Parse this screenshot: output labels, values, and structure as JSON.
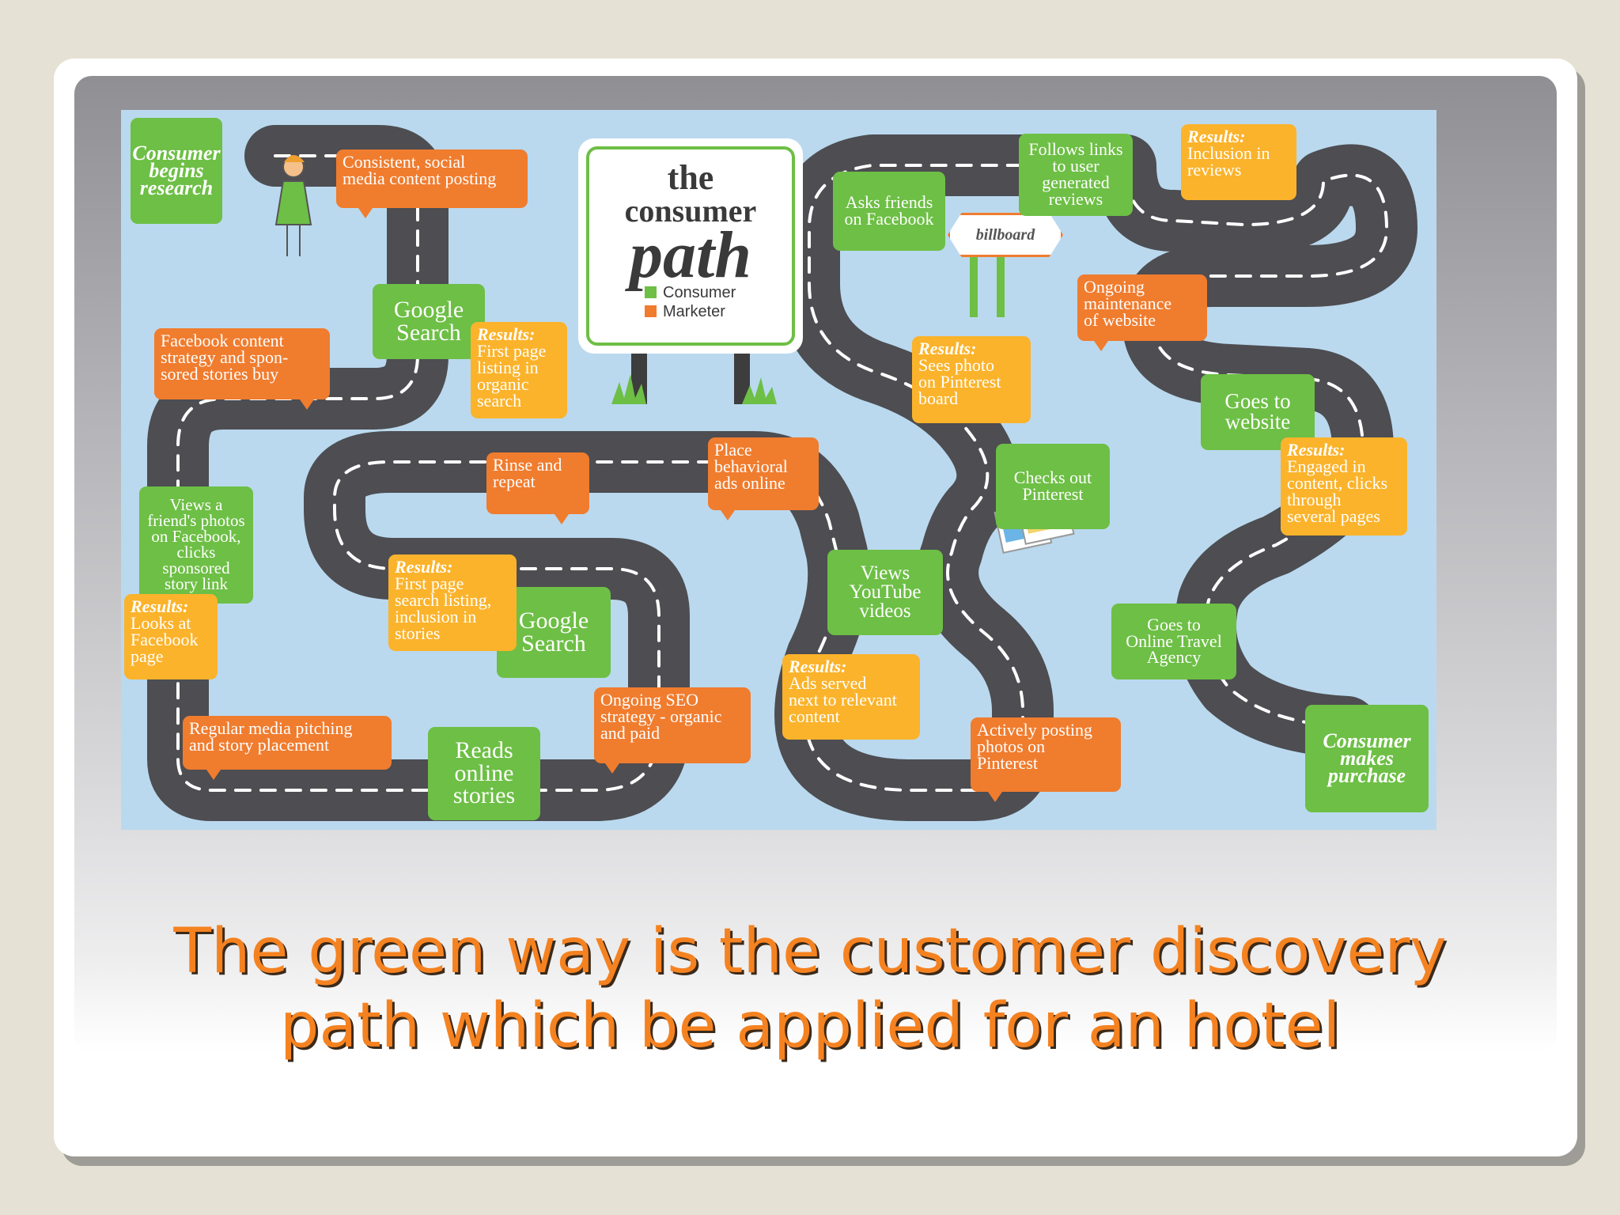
{
  "diagram": {
    "title": {
      "line1": "the",
      "line2": "consumer",
      "line3": "path"
    },
    "legend": [
      {
        "label": "Consumer",
        "color": "#6dbf45"
      },
      {
        "label": "Marketer",
        "color": "#f07c2e"
      }
    ],
    "billboard": "billboard",
    "results_label": "Results:",
    "consumer_steps": [
      "Consumer\nbegins\nresearch",
      "Google\nSearch",
      "Views a\nfriend's photos\non Facebook,\nclicks\nsponsored\nstory link",
      "Google\nSearch",
      "Reads\nonline\nstories",
      "Views\nYouTube\nvideos",
      "Asks friends\non Facebook",
      "Follows links\nto user\ngenerated\nreviews",
      "Checks out\nPinterest",
      "Goes to\nwebsite",
      "Goes to\nOnline Travel\nAgency",
      "Consumer\nmakes\npurchase"
    ],
    "marketer_steps": [
      "Consistent, social\nmedia content posting",
      "Facebook content\nstrategy and spon-\nsored stories buy",
      "Rinse and\nrepeat",
      "Place\nbehavioral\nads online",
      "Regular media pitching\nand story placement",
      "Ongoing SEO\nstrategy - organic\nand paid",
      "Ongoing\nmaintenance\nof website",
      "Actively posting\nphotos on\nPinterest"
    ],
    "results": [
      "First page\nlisting in\norganic\nsearch",
      "Looks at\nFacebook\npage",
      "First page\nsearch listing,\ninclusion in\nstories",
      "Ads served\nnext to relevant\ncontent",
      "Sees photo\non Pinterest\nboard",
      "Inclusion in\nreviews",
      "Engaged in\ncontent, clicks\nthrough\nseveral pages"
    ]
  },
  "caption": {
    "line1": "The green way is the customer discovery",
    "line2": "path which be applied for an hotel"
  }
}
